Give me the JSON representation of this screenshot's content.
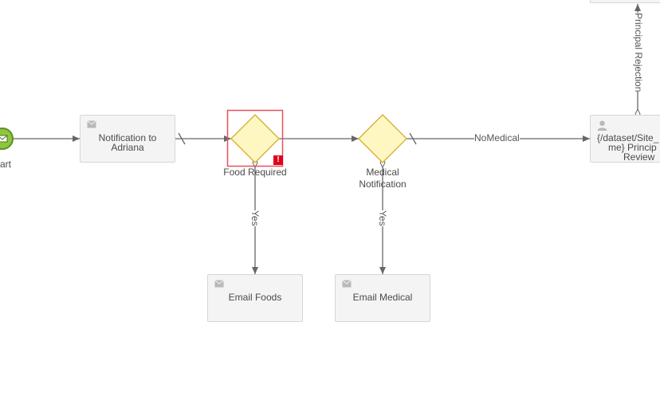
{
  "start_event": {
    "label": "art",
    "icon": "envelope-icon"
  },
  "tasks": {
    "notification_adriana": {
      "line1": "Notification to",
      "line2": "Adriana",
      "icon": "envelope-icon"
    },
    "email_foods": {
      "label": "Email Foods",
      "icon": "envelope-icon"
    },
    "email_medical": {
      "label": "Email Medical",
      "icon": "envelope-icon"
    },
    "principal_review": {
      "line1": "{/dataset/Site_",
      "line2": "me} Princip",
      "line3": "Review",
      "icon": "user-icon"
    }
  },
  "gateways": {
    "food_required": {
      "label": "Food Required",
      "error_badge": "!"
    },
    "medical_notification": {
      "line1": "Medical",
      "line2": "Notification"
    }
  },
  "flows": {
    "yes_food": "Yes",
    "yes_medical": "Yes",
    "no_medical": "NoMedical",
    "principal_rejection": "Principal Rejection"
  },
  "colors": {
    "gateway_fill": "#fff7c2",
    "gateway_stroke": "#d4ac2b",
    "start_fill": "#8dc63f",
    "selection": "#e8505b",
    "error": "#e0001b"
  }
}
